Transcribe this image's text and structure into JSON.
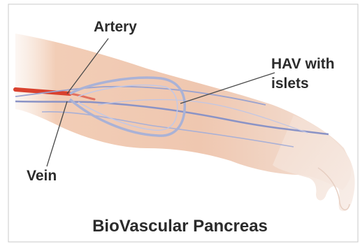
{
  "labels": {
    "artery": "Artery",
    "hav_line1": "HAV with",
    "hav_line2": "islets",
    "vein": "Vein"
  },
  "caption": "BioVascular Pancreas",
  "colors": {
    "skin": "#f1d2bd",
    "artery": "#d9412e",
    "vein": "#8a93c6",
    "graft": "#aab2d6",
    "border": "#c8c8c8",
    "text": "#2b2b2b"
  }
}
